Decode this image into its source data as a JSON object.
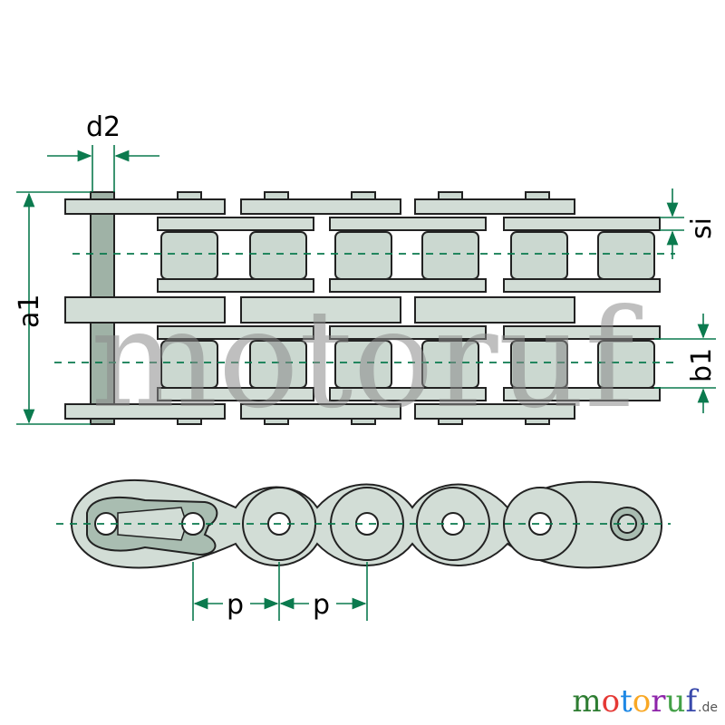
{
  "labels": {
    "d2": "d2",
    "si": "si",
    "a1": "a1",
    "b1": "b1",
    "p": "p"
  },
  "watermark": "motoruf",
  "brand": {
    "letters": [
      "m",
      "o",
      "t",
      "o",
      "r",
      "u",
      "f"
    ],
    "letter_colors": [
      "#2e7d32",
      "#e53935",
      "#1e88e5",
      "#f9a825",
      "#8e24aa",
      "#43a047",
      "#3949ab"
    ],
    "suffix": ".de"
  },
  "colors": {
    "dimension_lines": "#0b7a4e",
    "plates": "#d2ddd6",
    "outline": "#222222"
  }
}
